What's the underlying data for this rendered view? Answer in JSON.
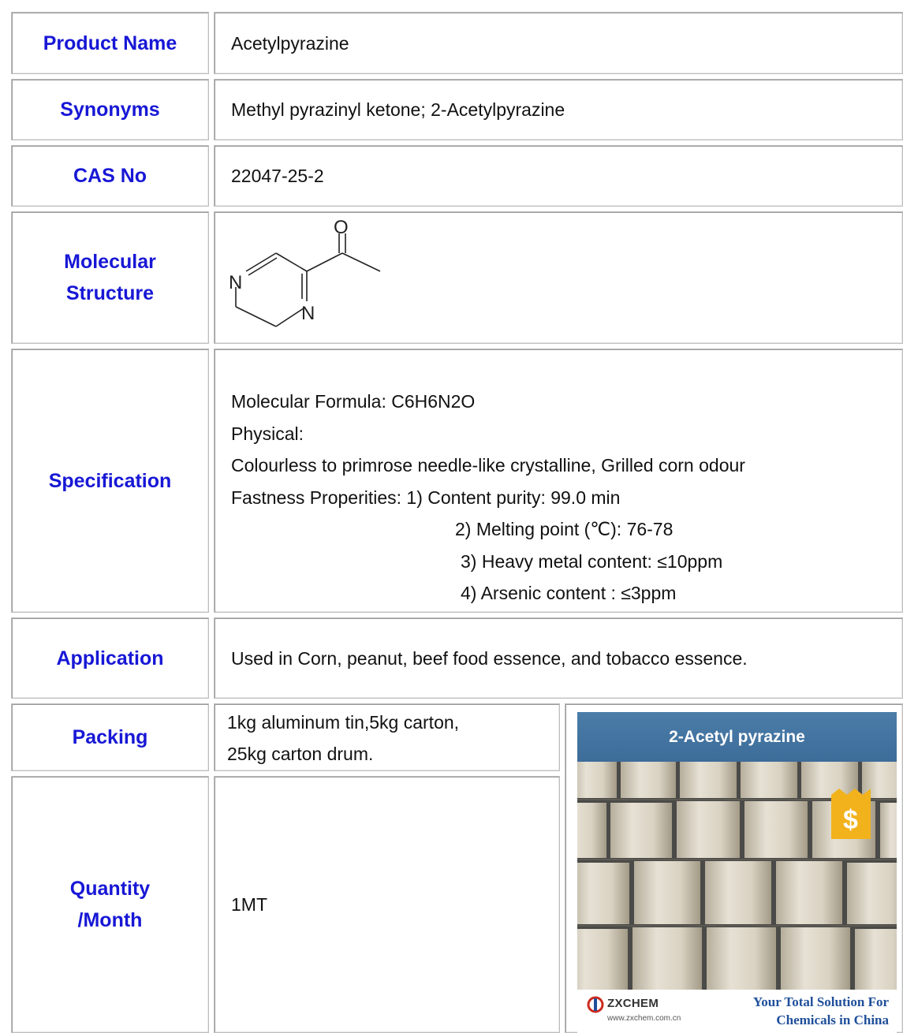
{
  "rows": {
    "product_name": {
      "label": "Product Name",
      "value": "Acetylpyrazine"
    },
    "synonyms": {
      "label": "Synonyms",
      "value": "Methyl pyrazinyl ketone; 2-Acetylpyrazine"
    },
    "cas_no": {
      "label": "CAS No",
      "value": "22047-25-2"
    },
    "molecular_structure": {
      "label_line1": "Molecular",
      "label_line2": "Structure",
      "atoms": [
        "O",
        "N",
        "N"
      ]
    },
    "specification": {
      "label": "Specification",
      "lines": [
        "Molecular Formula: C6H6N2O",
        "Physical:",
        "Colourless to primrose needle-like crystalline, Grilled corn odour",
        "Fastness Properities: 1) Content purity: 99.0 min",
        "2) Melting point (℃): 76-78",
        "3) Heavy metal content: ≤10ppm",
        "4) Arsenic content : ≤3ppm"
      ]
    },
    "application": {
      "label": "Application",
      "value": "Used in Corn, peanut, beef food essence, and tobacco essence."
    },
    "packing": {
      "label": "Packing",
      "value_line1": "1kg aluminum tin,5kg carton,",
      "value_line2": "25kg carton drum."
    },
    "quantity": {
      "label_line1": "Quantity",
      "label_line2": "/Month",
      "value": "1MT"
    }
  },
  "photo": {
    "title": "2-Acetyl pyrazine",
    "brand": "ZXCHEM",
    "url": "www.zxchem.com.cn",
    "tagline_line1": "Your Total Solution For",
    "tagline_line2": "Chemicals in China",
    "badge_symbol": "$",
    "colors": {
      "banner": "#4478a6",
      "tagline": "#1f4f9a",
      "brand_logo": "#cc2b1f",
      "badge": "#f2b21c"
    }
  }
}
